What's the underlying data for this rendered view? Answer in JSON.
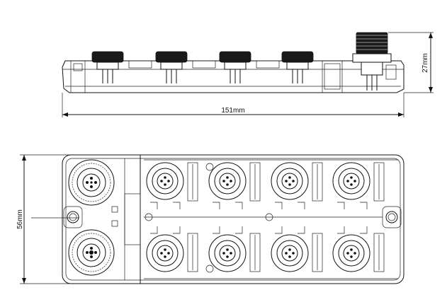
{
  "dimensions": {
    "height_label": "27mm",
    "length_label": "151mm",
    "width_label": "56mm"
  }
}
